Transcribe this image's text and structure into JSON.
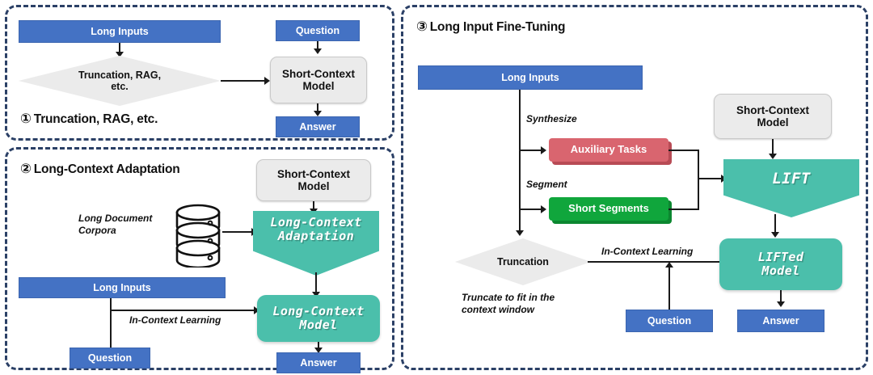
{
  "figure": {
    "panels": [
      {
        "id": "panel-1",
        "number": "①",
        "title": "Truncation, RAG, etc.",
        "nodes": {
          "long_inputs": "Long Inputs",
          "decision": "Truncation, RAG,\netc.",
          "decision_line1": "Truncation, RAG,",
          "decision_line2": "etc.",
          "question": "Question",
          "short_context_model_line1": "Short-Context",
          "short_context_model_line2": "Model",
          "answer": "Answer"
        }
      },
      {
        "id": "panel-2",
        "number": "②",
        "title": "Long-Context Adaptation",
        "nodes": {
          "corpora_line1": "Long Document",
          "corpora_line2": "Corpora",
          "database_icon": "database-icon",
          "short_context_model_line1": "Short-Context",
          "short_context_model_line2": "Model",
          "adaptation_line1": "Long-Context",
          "adaptation_line2": "Adaptation",
          "long_inputs": "Long Inputs",
          "in_context_learning": "In-Context Learning",
          "question": "Question",
          "long_context_model_line1": "Long-Context",
          "long_context_model_line2": "Model",
          "answer": "Answer"
        }
      },
      {
        "id": "panel-3",
        "number": "③",
        "title": "Long Input Fine-Tuning",
        "nodes": {
          "long_inputs": "Long Inputs",
          "synthesize": "Synthesize",
          "auxiliary_tasks": "Auxiliary Tasks",
          "segment": "Segment",
          "short_segments": "Short Segments",
          "short_context_model_line1": "Short-Context",
          "short_context_model_line2": "Model",
          "lift": "LIFT",
          "truncation": "Truncation",
          "truncate_note_line1": "Truncate to fit in the",
          "truncate_note_line2": "context window",
          "in_context_learning": "In-Context Learning",
          "question": "Question",
          "lifted_model_line1": "LIFTed",
          "lifted_model_line2": "Model",
          "answer": "Answer"
        }
      }
    ],
    "colors": {
      "blue": "#4472c4",
      "teal": "#4bbfab",
      "red": "#d9656f",
      "green": "#10a63c",
      "grey": "#ebebeb",
      "panel_border": "#2b4066",
      "connector": "#1a1a1a"
    }
  }
}
